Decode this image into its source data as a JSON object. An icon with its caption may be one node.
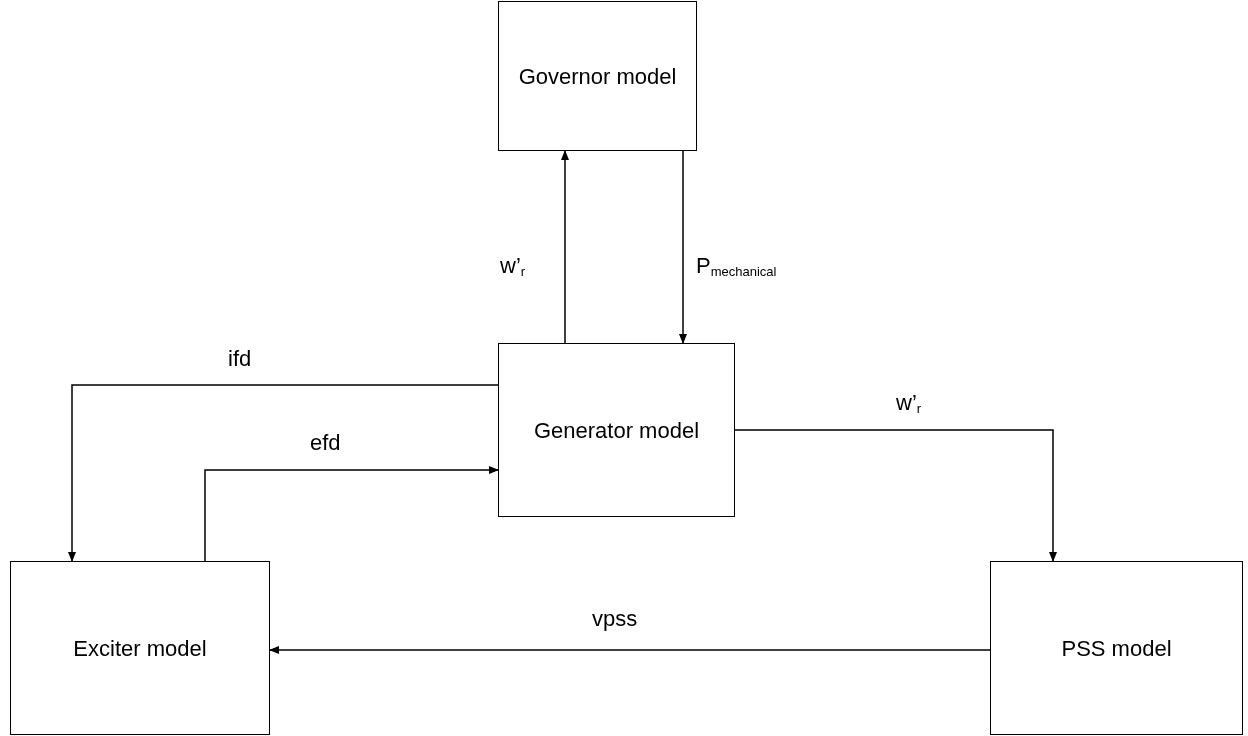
{
  "diagram": {
    "nodes": [
      {
        "text": [
          "Governor model"
        ]
      },
      {
        "text": [
          "Generator model"
        ]
      },
      {
        "text": [
          "Exciter model"
        ]
      },
      {
        "text": [
          "PSS model"
        ]
      }
    ],
    "edges": [
      {
        "from": 1,
        "to": 0,
        "arrow": "to",
        "label": "w’$_{r}$"
      },
      {
        "from": 0,
        "to": 1,
        "arrow": "to",
        "label": "P$_{mechanical}$"
      },
      {
        "from": 1,
        "to": 2,
        "arrow": "to",
        "label": "ifd"
      },
      {
        "from": 2,
        "to": 1,
        "arrow": "to",
        "label": "efd"
      },
      {
        "from": 1,
        "to": 3,
        "arrow": "to",
        "label": "w’$_{r}$"
      },
      {
        "from": 3,
        "to": 2,
        "arrow": "to",
        "label": "vpss"
      }
    ]
  }
}
